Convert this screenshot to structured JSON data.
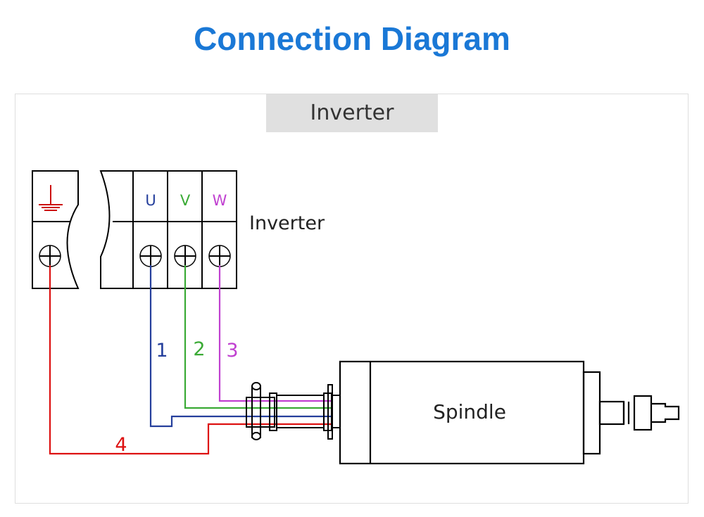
{
  "title": "Connection Diagram",
  "section_label": "Inverter",
  "inverter": {
    "label": "Inverter",
    "terminals": [
      {
        "name": "ground",
        "label": "",
        "icon": "ground-icon",
        "color": "#cc1111"
      },
      {
        "name": "U",
        "label": "U",
        "color": "#253f9c"
      },
      {
        "name": "V",
        "label": "V",
        "color": "#3aaa35"
      },
      {
        "name": "W",
        "label": "W",
        "color": "#c040d0"
      }
    ]
  },
  "wires": [
    {
      "number": "1",
      "terminal": "U",
      "color": "#253f9c"
    },
    {
      "number": "2",
      "terminal": "V",
      "color": "#3aaa35"
    },
    {
      "number": "3",
      "terminal": "W",
      "color": "#c040d0"
    },
    {
      "number": "4",
      "terminal": "ground",
      "color": "#dd1111"
    }
  ],
  "spindle": {
    "label": "Spindle"
  }
}
